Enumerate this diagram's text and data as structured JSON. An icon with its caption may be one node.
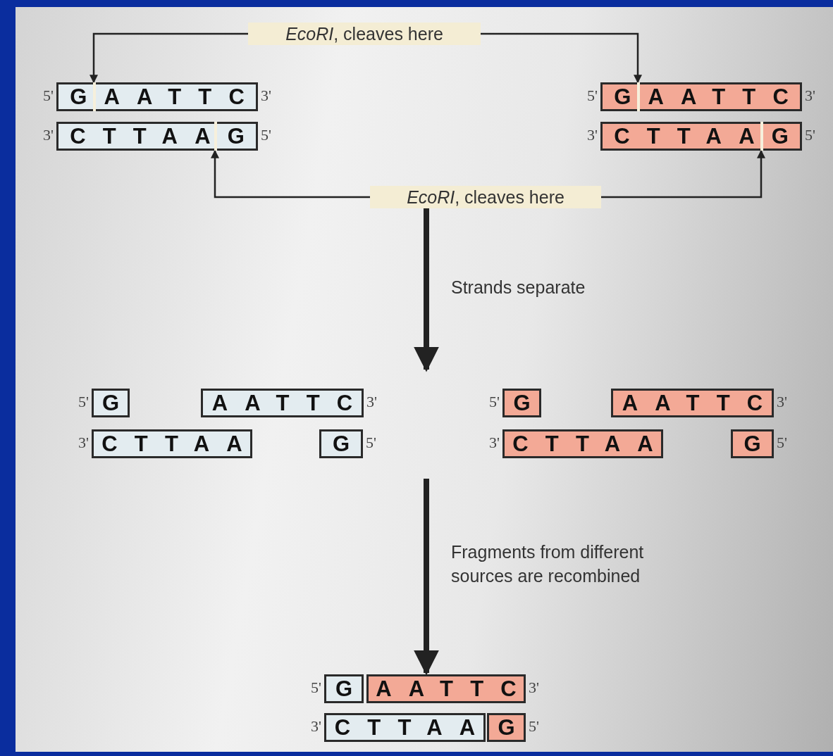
{
  "diagram": {
    "nodes": [
      {
        "text": [
          "*EcoRI*, cleaves here"
        ]
      },
      {
        "text": [
          "GAATTC"
        ],
        "beside": [
          "5'",
          "3'"
        ]
      },
      {
        "text": [
          "CTTAAG"
        ],
        "beside": [
          "3'",
          "5'"
        ]
      },
      {
        "text": [
          "GAATTC"
        ],
        "beside": [
          "5'",
          "3'"
        ]
      },
      {
        "text": [
          "CTTAAG"
        ],
        "beside": [
          "3'",
          "5'"
        ]
      },
      {
        "text": [
          "*EcoRI*, cleaves here"
        ]
      },
      {
        "text": [
          "G"
        ],
        "beside": [
          "5'"
        ]
      },
      {
        "text": [
          "AATTC"
        ],
        "beside": [
          "3'"
        ]
      },
      {
        "text": [
          "CTTAA"
        ],
        "beside": [
          "3'"
        ]
      },
      {
        "text": [
          "G"
        ],
        "beside": [
          "5'"
        ]
      },
      {
        "text": [
          "G"
        ],
        "beside": [
          "5'"
        ]
      },
      {
        "text": [
          "AATTC"
        ],
        "beside": [
          "3'"
        ]
      },
      {
        "text": [
          "CTTAA"
        ],
        "beside": [
          "3'"
        ]
      },
      {
        "text": [
          "G"
        ],
        "beside": [
          "5'"
        ]
      },
      {
        "text": [
          "G"
        ],
        "beside": [
          "5'"
        ]
      },
      {
        "text": [
          "AATTC"
        ],
        "beside": [
          "3'"
        ]
      },
      {
        "text": [
          "CTTAA"
        ],
        "beside": [
          "3'"
        ]
      },
      {
        "text": [
          "G"
        ],
        "beside": [
          "5'"
        ]
      }
    ],
    "edges": [
      {
        "from": 0,
        "to": 1,
        "arrow": "to"
      },
      {
        "from": 0,
        "to": 3,
        "arrow": "to"
      },
      {
        "from": 5,
        "to": 2,
        "arrow": "to"
      },
      {
        "from": 5,
        "to": 4,
        "arrow": "to"
      },
      {
        "from": 5,
        "to": null,
        "arrow": "to",
        "label": "Strands separate",
        "style": "thick"
      },
      {
        "from": null,
        "to": 15,
        "arrow": "to",
        "label": "Fragments from different sources are recombined",
        "style": "thick"
      }
    ]
  }
}
